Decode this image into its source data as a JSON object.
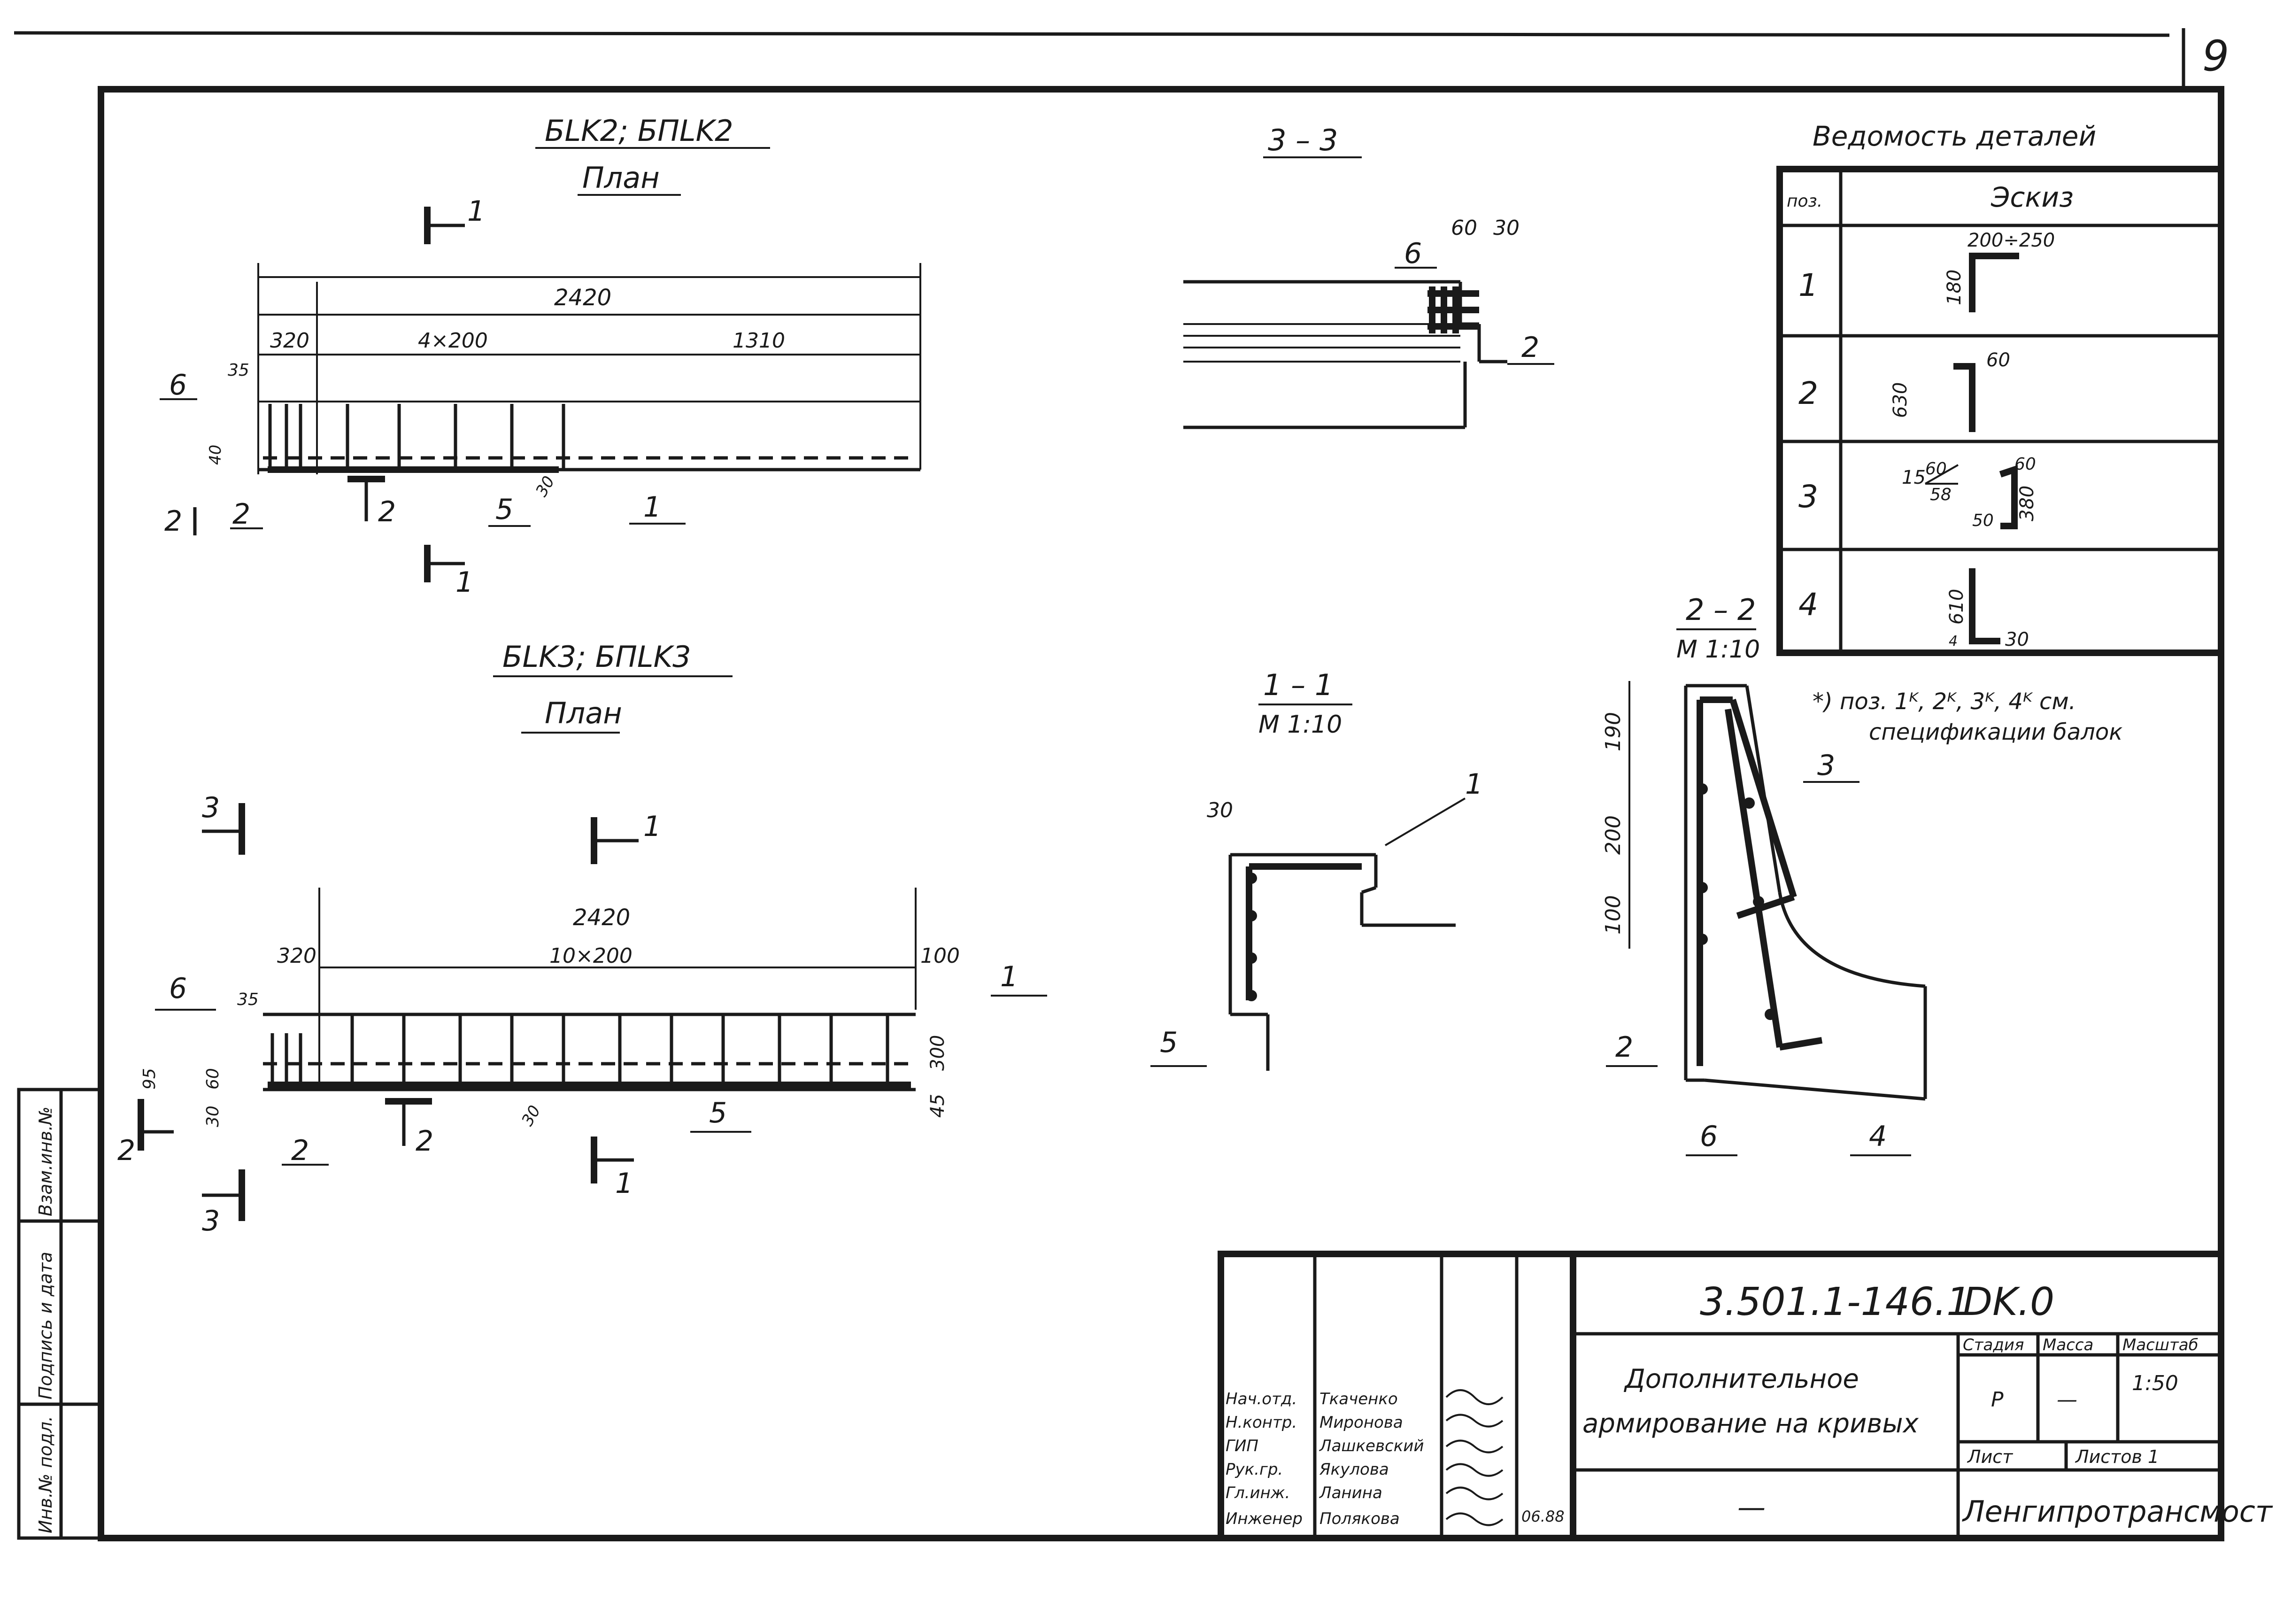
{
  "sheet_number": "9",
  "plan_a": {
    "title": "БLK2; БПLK2",
    "subtitle": "План",
    "cut1_top": "1",
    "cut1_bottom": "1",
    "cut2_left": "2",
    "cut2_mid": "2",
    "dims": {
      "overall": "2420",
      "first": "320",
      "spacing": "4×200",
      "rest": "1310",
      "d35": "35",
      "d40": "40",
      "d30": "30"
    },
    "marks": {
      "m6": "6",
      "m2": "2",
      "m5": "5",
      "m1": "1"
    }
  },
  "plan_b": {
    "title": "БLK3; БПLK3",
    "subtitle": "План",
    "cut3_top": "3",
    "cut3_bottom": "3",
    "cut1_top": "1",
    "cut1_bottom": "1",
    "cut2_left": "2",
    "cut2_mid": "2",
    "dims": {
      "overall": "2420",
      "first": "320",
      "spacing": "10×200",
      "end": "100",
      "d35": "35",
      "d95": "95",
      "d60": "60",
      "d30a": "30",
      "d30b": "30",
      "d300": "300",
      "d45": "45"
    },
    "marks": {
      "m6": "6",
      "m2": "2",
      "m5": "5",
      "m1": "1"
    }
  },
  "section_33": {
    "title": "3 – 3",
    "dim60": "60",
    "dim30": "30",
    "m6": "6",
    "m2": "2"
  },
  "section_11": {
    "title": "1 – 1",
    "scale": "М 1:10",
    "dim30": "30",
    "m1": "1",
    "m5": "5"
  },
  "section_22": {
    "title": "2 – 2",
    "scale": "М 1:10",
    "d190": "190",
    "d200": "200",
    "d100": "100",
    "m3": "3",
    "m2": "2",
    "m6": "6",
    "m4": "4"
  },
  "details": {
    "title": "Ведомость деталей",
    "col_pos": "поз.",
    "col_sketch": "Эскиз",
    "rows": [
      {
        "pos": "1",
        "a": "200÷250",
        "b": "180"
      },
      {
        "pos": "2",
        "a": "630",
        "b": "60"
      },
      {
        "pos": "3",
        "a": "15",
        "b": "60",
        "c": "58",
        "d": "60",
        "e": "50",
        "f": "380"
      },
      {
        "pos": "4",
        "a": "610",
        "b": "30",
        "c": "4"
      }
    ],
    "note_line1": "*) поз. 1ᴷ, 2ᴷ, 3ᴷ, 4ᴷ см.",
    "note_line2": "спецификации балок"
  },
  "stamp": {
    "doc_code": "3.501.1-146.1",
    "doc_mark": "DK.0",
    "name_line1": "Дополнительное",
    "name_line2": "армирование на кривых",
    "stage_label": "Стадия",
    "mass_label": "Масса",
    "scale_label": "Масштаб",
    "stage_value": "Р",
    "mass_value": "—",
    "scale_value": "1:50",
    "sheet_label": "Лист",
    "sheets_label": "Листов 1",
    "dash": "—",
    "organization": "Ленгипротрансмост",
    "roles": [
      "Нач.отд.",
      "Н.контр.",
      "ГИП",
      "Рук.гр.",
      "Гл.инж.",
      "Инженер"
    ],
    "names": [
      "Ткаченко",
      "Миронова",
      "Лашкевский",
      "Якулова",
      "Ланина",
      "Полякова"
    ],
    "date": "06.88"
  },
  "side_stamp": {
    "inv": "Инв.№ подл.",
    "sign": "Подпись и дата",
    "zam": "Взам.инв.№"
  }
}
